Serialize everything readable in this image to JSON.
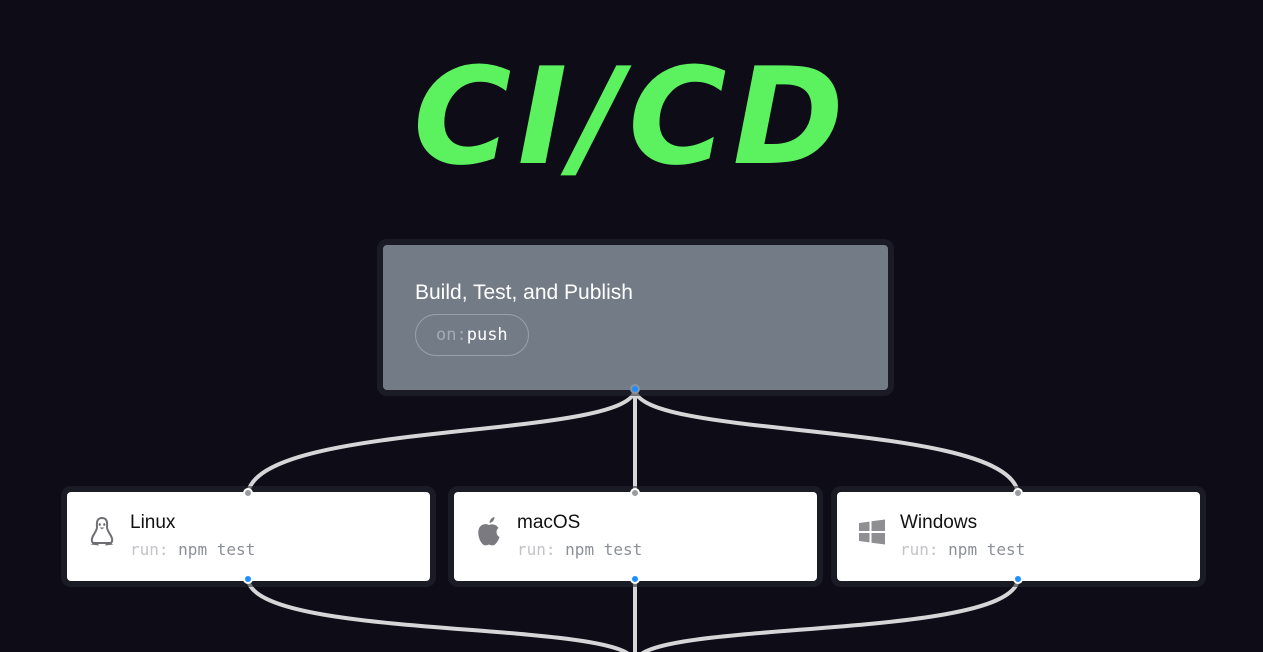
{
  "title": "CI/CD",
  "workflow": {
    "name": "Build, Test, and Publish",
    "trigger_key": "on:",
    "trigger_value": "push"
  },
  "jobs": [
    {
      "name": "Linux",
      "icon": "linux-icon",
      "run_key": "run:",
      "run_cmd": "npm test"
    },
    {
      "name": "macOS",
      "icon": "apple-icon",
      "run_key": "run:",
      "run_cmd": "npm test"
    },
    {
      "name": "Windows",
      "icon": "windows-icon",
      "run_key": "run:",
      "run_cmd": "npm test"
    }
  ],
  "colors": {
    "background": "#0d0c17",
    "title": "#5cf25f",
    "workflow_card": "#737b86",
    "job_card": "#ffffff",
    "connector": "#d6d6d9",
    "output_port": "#1e8fff",
    "input_port": "#9a9ca1"
  }
}
